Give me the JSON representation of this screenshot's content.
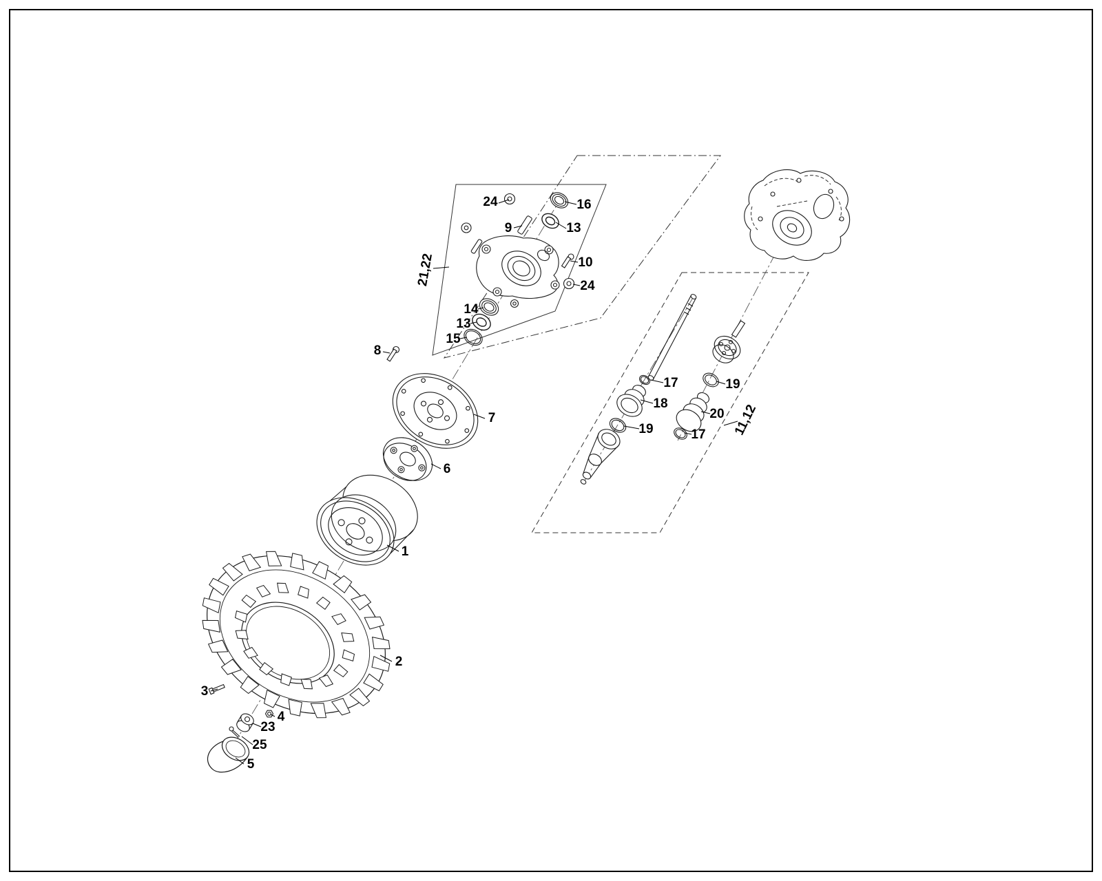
{
  "diagram": {
    "kind": "exploded-parts-diagram",
    "colors": {
      "background": "#ffffff",
      "line": "#1a1a1a"
    },
    "callouts": [
      {
        "number": "24"
      },
      {
        "number": "16"
      },
      {
        "number": "13"
      },
      {
        "number": "9"
      },
      {
        "number": "10"
      },
      {
        "number": "24"
      },
      {
        "number": "21,22"
      },
      {
        "number": "14"
      },
      {
        "number": "13"
      },
      {
        "number": "15"
      },
      {
        "number": "8"
      },
      {
        "number": "7"
      },
      {
        "number": "6"
      },
      {
        "number": "1"
      },
      {
        "number": "2"
      },
      {
        "number": "3"
      },
      {
        "number": "4"
      },
      {
        "number": "23"
      },
      {
        "number": "25"
      },
      {
        "number": "5"
      },
      {
        "number": "17"
      },
      {
        "number": "18"
      },
      {
        "number": "19"
      },
      {
        "number": "19"
      },
      {
        "number": "20"
      },
      {
        "number": "17"
      },
      {
        "number": "11,12"
      }
    ]
  }
}
